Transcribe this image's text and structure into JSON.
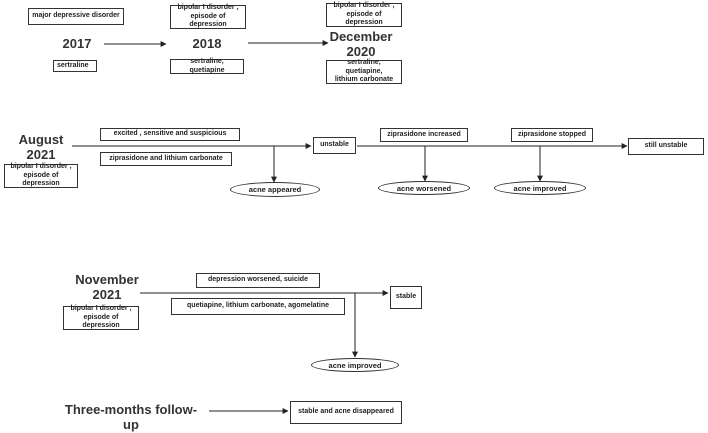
{
  "row1": {
    "dates": [
      "2017",
      "2018",
      "December\n2020"
    ],
    "diagnoses": [
      "major depressive disorder",
      "bipolar I disorder ,\nepisode of depression",
      "bipolar I disorder ,\nepisode of depression"
    ],
    "treatments": [
      "sertraline",
      "sertraline,  quetiapine",
      "sertraline,  quetiapine,\nlithium carbonate"
    ]
  },
  "row2": {
    "date": "August\n2021",
    "diagnosis": "bipolar I disorder ,\nepisode of depression",
    "symptoms": "excited ,  sensitive and suspicious",
    "treatment": "ziprasidone and lithium carbonate",
    "status1": "unstable",
    "event1": "ziprasidone  increased",
    "event2": "ziprasidone stopped",
    "status2": "still unstable",
    "acne1": "acne appeared",
    "acne2": "acne worsened",
    "acne3": "acne improved"
  },
  "row3": {
    "date": "November\n2021",
    "diagnosis": "bipolar I disorder ,\nepisode of depression",
    "event": "depression worsened,  suicide",
    "treatment": "quetiapine,  lithium carbonate,  agomelatine",
    "status": "stable",
    "acne": "acne improved"
  },
  "row4": {
    "label": "Three-months follow-up",
    "outcome": "stable and acne disappeared"
  }
}
